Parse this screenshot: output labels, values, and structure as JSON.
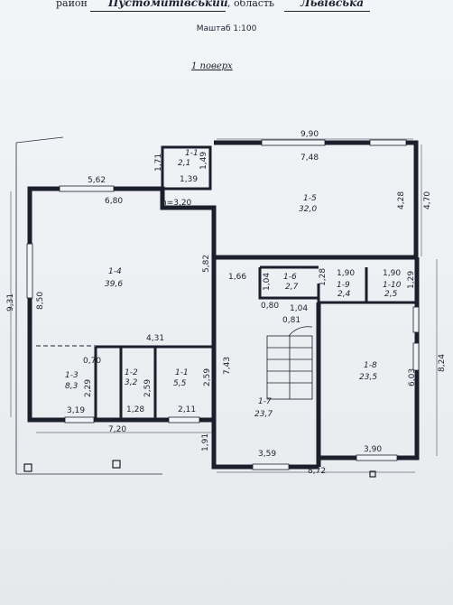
{
  "header": {
    "district_label": "район",
    "district_value": "Пустомитівський",
    "region_label": ", область",
    "region_value": "Львівська",
    "scale": "Маштаб 1:100",
    "floor": "1 поверх"
  },
  "rooms": [
    {
      "id": "1-1",
      "area": "2,1"
    },
    {
      "id": "1-2",
      "area": "3,2"
    },
    {
      "id": "1-3",
      "area": "8,3"
    },
    {
      "id": "1-4",
      "area": "39,6"
    },
    {
      "id": "1-5",
      "area": "32,0"
    },
    {
      "id": "1-6",
      "area": "2,7"
    },
    {
      "id": "1-7",
      "area": "23,7"
    },
    {
      "id": "1-8",
      "area": "23,5"
    },
    {
      "id": "1-9",
      "area": "2,4"
    },
    {
      "id": "1-10",
      "area": "2,5"
    },
    {
      "id": "1-1",
      "area": "5,5"
    }
  ],
  "dims": {
    "top_990": "9,90",
    "d748": "7,48",
    "d171": "1,71",
    "d149": "1,49",
    "d139": "1,39",
    "d562": "5,62",
    "d680": "6,80",
    "height": "h=3,20",
    "d428": "4,28",
    "d470": "4,70",
    "d931": "9,31",
    "d850": "8,50",
    "d582": "5,82",
    "d166": "1,66",
    "d104a": "1,04",
    "d128": "1,28",
    "d190a": "1,90",
    "d190b": "1,90",
    "d129": "1,29",
    "d080": "0,80",
    "d104b": "1,04",
    "d081": "0,81",
    "d431": "4,31",
    "d070": "0,70",
    "d229": "2,29",
    "d259a": "2,59",
    "d259b": "2,59",
    "d743": "7,43",
    "d603": "6,03",
    "d824": "8,24",
    "d319": "3,19",
    "d128b": "1,28",
    "d211": "2,11",
    "d720": "7,20",
    "d191": "1,91",
    "d359": "3,59",
    "d390": "3,90",
    "d872": "8,72"
  }
}
